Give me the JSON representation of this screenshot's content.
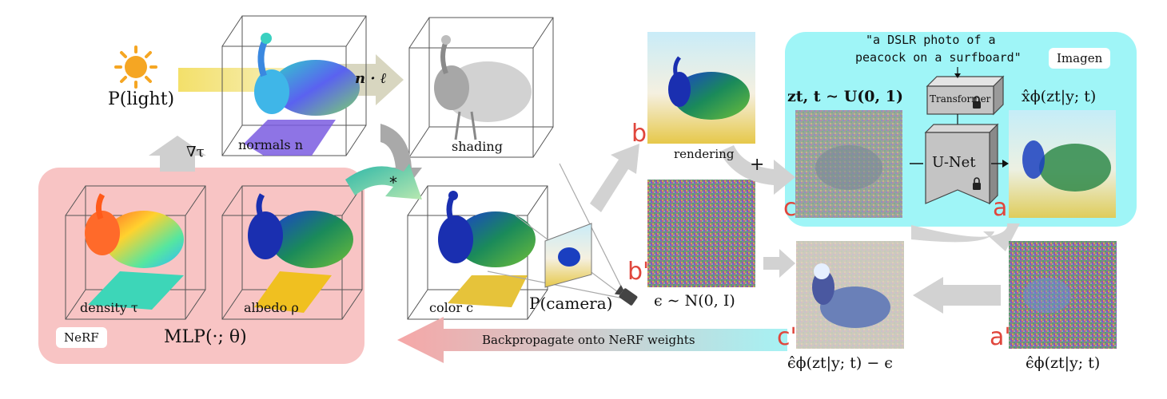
{
  "title": "",
  "labels": {
    "light": "P(light)",
    "camera": "P(camera)",
    "normals": "normals n",
    "shading": "shading",
    "color": "color c",
    "density": "density τ",
    "albedo": "albedo ρ",
    "n_dot_l": "n · ℓ",
    "grad_tau": "∇τ",
    "star": "*",
    "rendering": "rendering",
    "plus": "+",
    "zt_dist": "zt, t ∼ U(0, 1)",
    "noise_dist": "ϵ ∼ N(0, I)",
    "x_hat": "x̂ϕ(zt|y; t)",
    "eps_hat": "ϵ̂ϕ(zt|y; t)",
    "eps_diff": "ϵ̂ϕ(zt|y; t) − ϵ",
    "mlp": "MLP(·; θ)",
    "backprop": "Backpropagate onto NeRF weights",
    "prompt_line1": "\"a DSLR photo of a",
    "prompt_line2": "peacock on a surfboard\"",
    "transformer": "Transformer",
    "unet": "U-Net"
  },
  "tags": {
    "nerf": "NeRF",
    "imagen": "Imagen"
  },
  "step_markers": {
    "a": "a",
    "a_prime": "a'",
    "b": "b",
    "b_prime": "b'",
    "c": "c",
    "c_prime": "c'"
  },
  "colors": {
    "nerf_panel": "#f8c4c4",
    "imagen_panel": "#9ff5f7",
    "light_beam": "#f4e27a",
    "arrow_gray": "#d2d2d2",
    "marker_red": "#e0463c",
    "sun": "#f5a623"
  },
  "icons": [
    "sun-icon",
    "lock-icon",
    "camera-icon"
  ]
}
